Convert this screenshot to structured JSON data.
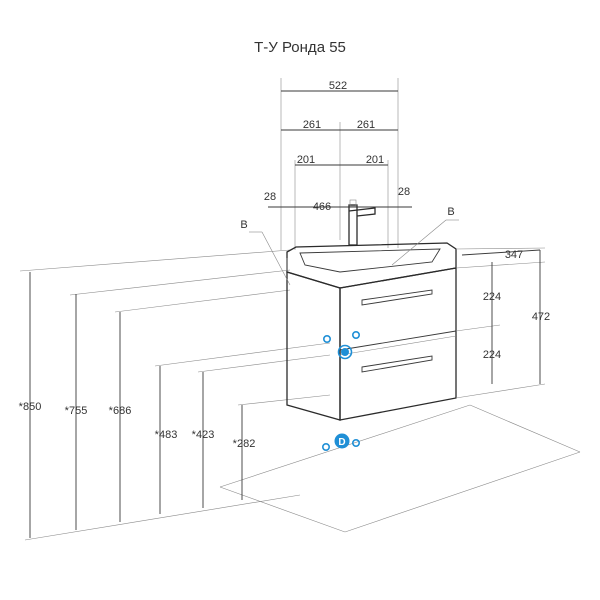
{
  "title": "Т-У Ронда 55",
  "labels": {
    "b_left": "B",
    "b_right": "B",
    "d": "D"
  },
  "dims": {
    "width_total": "522",
    "half_left": "261",
    "half_right": "261",
    "offset_left": "201",
    "offset_right": "201",
    "edge_left": "28",
    "edge_right": "28",
    "inner_width": "466",
    "depth": "347",
    "drawer_top": "224",
    "drawer_bottom": "224",
    "body_height": "472",
    "h850": "*850",
    "h755": "*755",
    "h686": "*686",
    "h483": "*483",
    "h423": "*423",
    "h282": "*282"
  },
  "colors": {
    "accent": "#1f8fd6",
    "line": "#3a3a3a"
  }
}
